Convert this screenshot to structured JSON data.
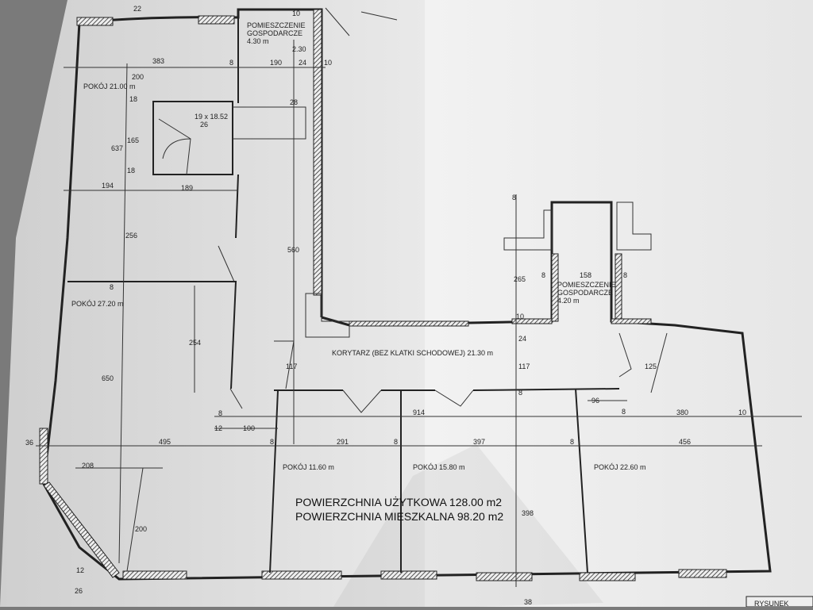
{
  "plan": {
    "rooms": {
      "storage_top": [
        "POMIESZCZENIE",
        "GOSPODARCZE",
        "4.30 m"
      ],
      "room_21": "POKÓJ 21.00 m",
      "stairs": [
        "19 x 18.52",
        "26"
      ],
      "room_27": "POKÓJ 27.20 m",
      "storage_right": [
        "POMIESZCZENIE",
        "GOSPODARCZE",
        "4.20 m"
      ],
      "corridor": "KORYTARZ (BEZ KLATKI SCHODOWEJ) 21.30 m",
      "room_11": "POKÓJ 11.60 m",
      "room_15": "POKÓJ 15.80 m",
      "room_22": "POKÓJ 22.60 m"
    },
    "summary": {
      "usable": "POWIERZCHNIA UŻYTKOWA  128.00 m2",
      "living": "POWIERZCHNIA MIESZKALNA  98.20 m2"
    },
    "dimensions": {
      "d22": "22",
      "d10a": "10",
      "d230": "2.30",
      "d383": "383",
      "d8a": "8",
      "d190": "190",
      "d24a": "24",
      "d10b": "10",
      "d200a": "200",
      "d18a": "18",
      "d637": "637",
      "d165": "165",
      "d18b": "18",
      "d194": "194",
      "d189": "189",
      "d28": "28",
      "d256": "256",
      "d560": "560",
      "d8b": "8",
      "d254": "254",
      "d650": "650",
      "d117a": "117",
      "d8c": "8",
      "d12a": "12",
      "d100": "100",
      "d36": "36",
      "d495": "495",
      "d8d": "8",
      "d291": "291",
      "d8e": "8",
      "d397": "397",
      "d8f": "8",
      "d456": "456",
      "d914": "914",
      "d96": "96",
      "d8g": "8",
      "d380": "380",
      "d10c": "10",
      "d24b": "24",
      "d117b": "117",
      "d125": "125",
      "d8h": "8",
      "d265": "265",
      "d8i": "8",
      "d158": "158",
      "d8j": "8",
      "d10d": "10",
      "d8k": "8",
      "d208": "208",
      "d200b": "200",
      "d398": "398",
      "d12b": "12",
      "d26": "26",
      "d38": "38"
    },
    "corner_label": "RYSUNEK"
  }
}
